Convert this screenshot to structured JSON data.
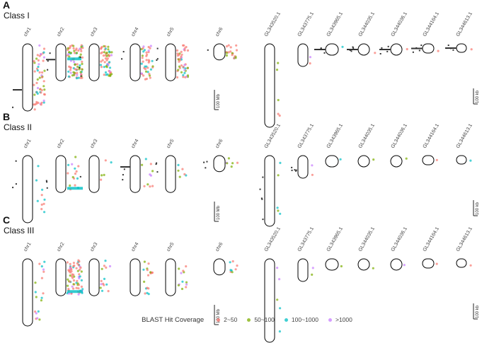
{
  "panels": [
    {
      "letter": "A",
      "title": "Class I"
    },
    {
      "letter": "B",
      "title": "Class II"
    },
    {
      "letter": "C",
      "title": "Class III"
    }
  ],
  "chromosomes": [
    {
      "label": "chr1"
    },
    {
      "label": "chr2"
    },
    {
      "label": "chr3"
    },
    {
      "label": "chr4"
    },
    {
      "label": "chr5"
    },
    {
      "label": "chr6"
    }
  ],
  "contigs": [
    {
      "label": "GL343520.1"
    },
    {
      "label": "GL343775.1"
    },
    {
      "label": "GL343965.1"
    },
    {
      "label": "GL344035.1"
    },
    {
      "label": "GL344036.1"
    },
    {
      "label": "GL344164.1"
    },
    {
      "label": "GL344613.1"
    }
  ],
  "scalebars": {
    "mb": "100 Mb",
    "kb": "100 kb"
  },
  "legend": {
    "title": "BLAST Hit Coverage",
    "items": [
      {
        "label": "2~50",
        "color": "#F8766D"
      },
      {
        "label": "50~100",
        "color": "#7CAE00"
      },
      {
        "label": "100~1000",
        "color": "#00BFC4"
      },
      {
        "label": ">1000",
        "color": "#C77CFF"
      }
    ]
  },
  "colors": {
    "outline": "#000000",
    "gene_marker": "#333333",
    "axis_text": "#444444"
  }
}
